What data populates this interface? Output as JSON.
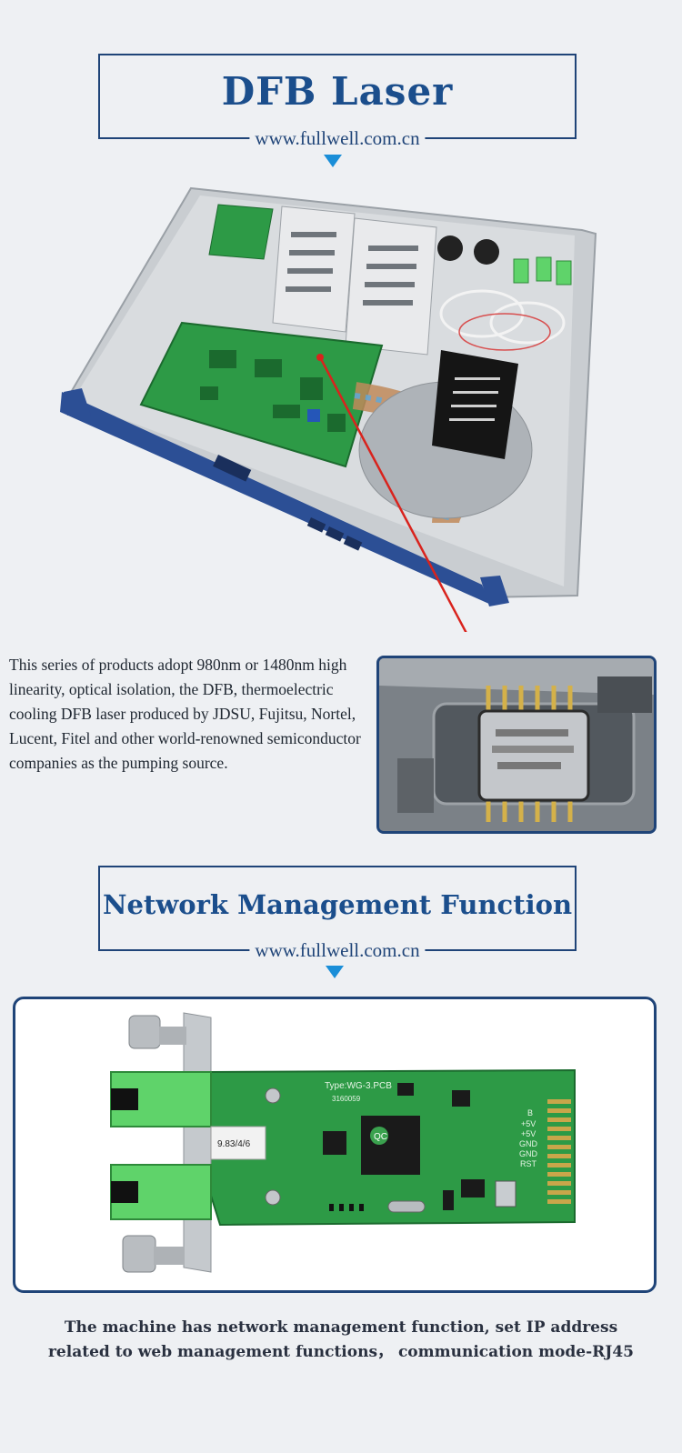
{
  "section1": {
    "title": "DFB Laser",
    "url": "www.fullwell.com.cn"
  },
  "laser_description": "This series of products adopt 980nm or 1480nm high linearity, optical isolation, the DFB, thermoelectric cooling DFB laser produced by JDSU, Fujitsu, Nortel, Lucent, Fitel and other world-renowned semiconductor companies as the pumping source.",
  "section2": {
    "title": "Network Management Function",
    "url": "www.fullwell.com.cn"
  },
  "card": {
    "type_label": "Type:WG-3.PCB",
    "id_label": "3160059",
    "sticker": "9.83/4/6",
    "chip_label": "QC",
    "pins": [
      "B",
      "+5V",
      "+5V",
      "GND",
      "GND",
      "RST"
    ]
  },
  "network_description": {
    "line1": "The machine has network management function, set IP address",
    "line2": "related to web management functions， communication mode-RJ45"
  },
  "colors": {
    "heading_border": "#1f4478",
    "heading_text": "#1b4e8c",
    "arrow": "#1a8ed8",
    "pcb_green": "#2d9a46",
    "chassis_blue": "#2c4f95",
    "connector_green": "#5fd36a",
    "pointer_red": "#d9231d"
  }
}
